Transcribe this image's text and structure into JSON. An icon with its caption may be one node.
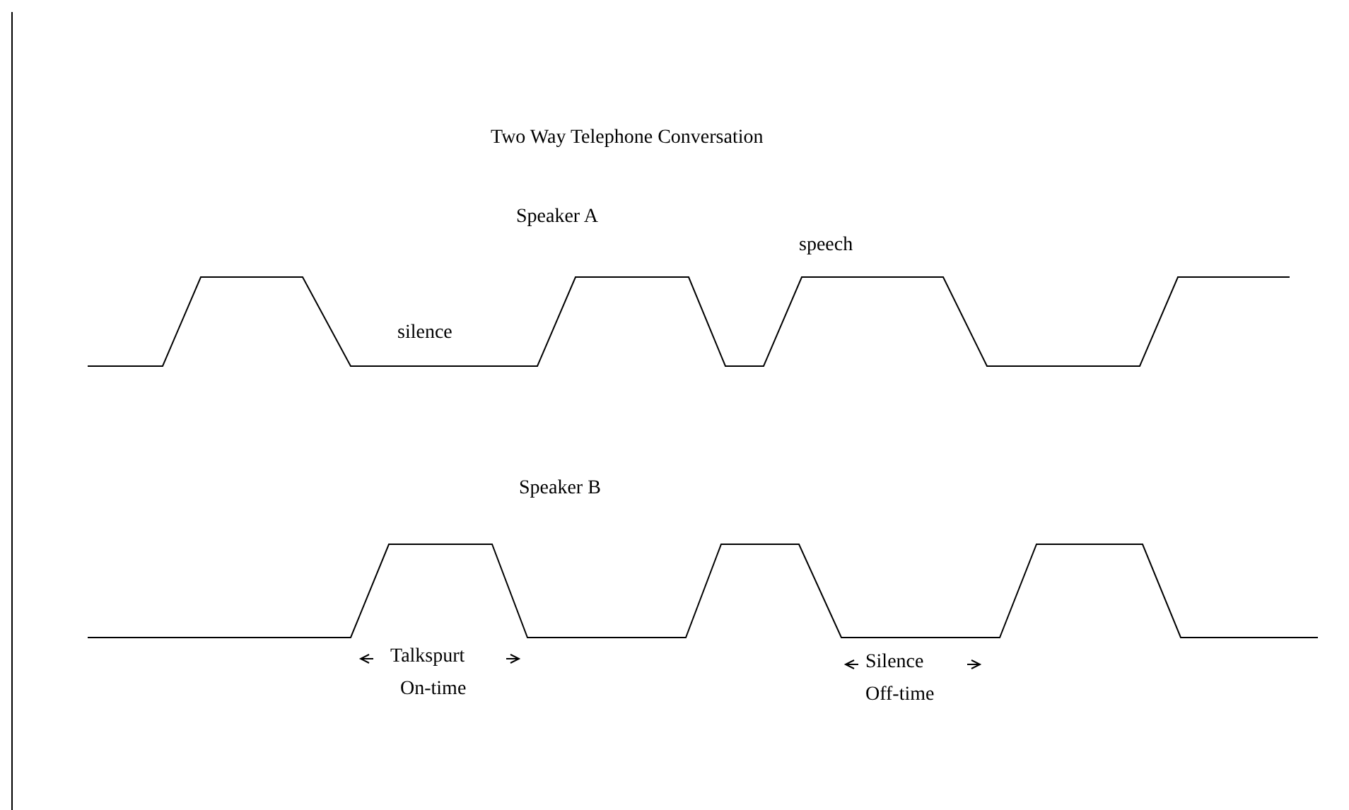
{
  "diagram": {
    "title": "Two Way Telephone Conversation",
    "labels": [
      "Speaker A",
      "speech",
      "silence",
      "Speaker B",
      "Talkspurt",
      "On-time",
      "Silence",
      "Off-time"
    ]
  }
}
